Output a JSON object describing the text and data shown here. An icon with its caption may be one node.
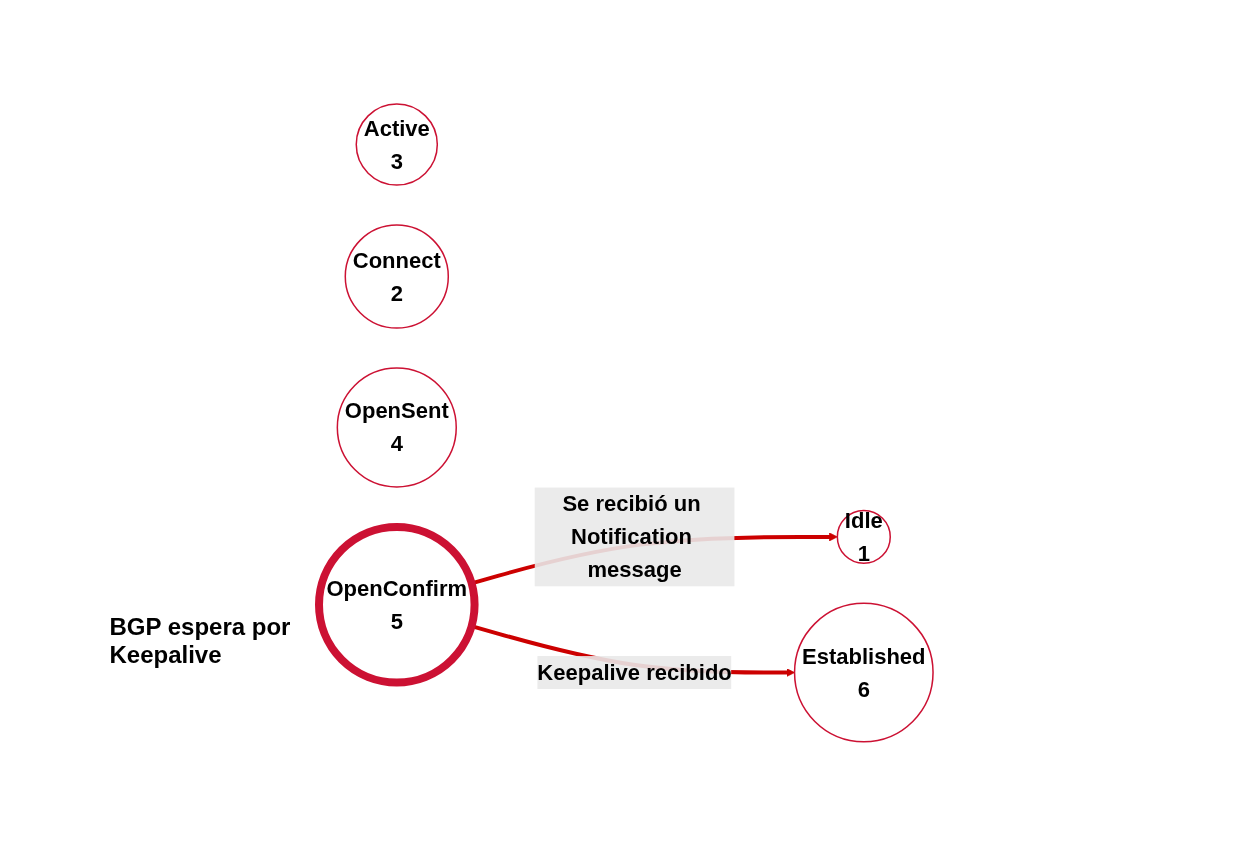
{
  "diagram": {
    "nodes": [
      {
        "text": [
          "Active",
          "3"
        ]
      },
      {
        "text": [
          "Connect",
          "2"
        ]
      },
      {
        "text": [
          "Idle",
          "1"
        ]
      },
      {
        "text": [
          "OpenSent",
          "4"
        ]
      },
      {
        "text": [
          "OpenConfirm",
          "5"
        ],
        "beside": [
          "BGP espera por Keepalive"
        ]
      },
      {
        "text": [
          "Established",
          "6"
        ]
      }
    ],
    "edges": [
      {
        "from": 4,
        "to": 2,
        "arrow": "to",
        "label": "Se recibió un Notification message"
      },
      {
        "from": 4,
        "to": 5,
        "arrow": "to",
        "label": "Keepalive recibido"
      }
    ]
  }
}
